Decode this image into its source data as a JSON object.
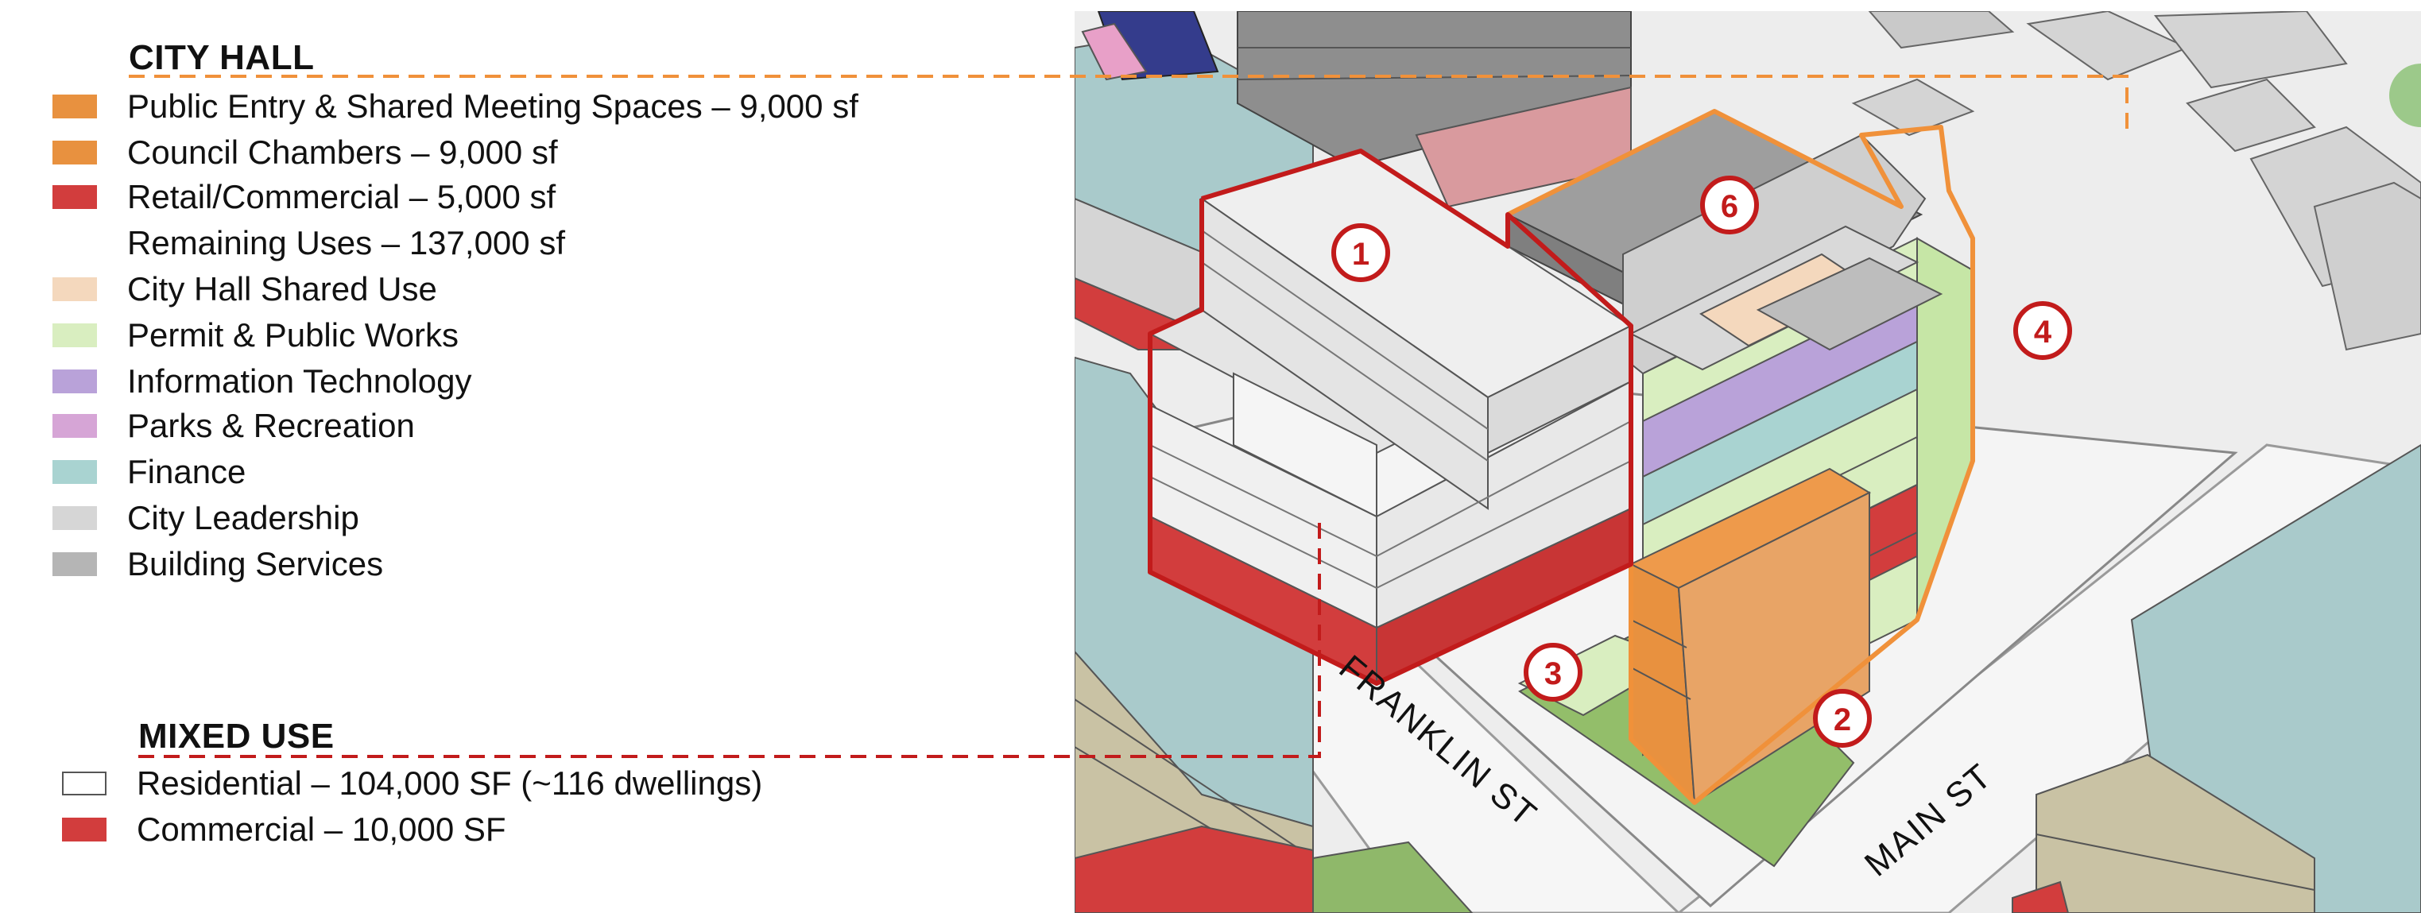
{
  "city_hall": {
    "heading": "CITY HALL",
    "items": [
      {
        "label": "Public Entry & Shared Meeting Spaces – 9,000 sf",
        "color": "#E8913F"
      },
      {
        "label": "Council Chambers – 9,000 sf",
        "color": "#E8913F"
      },
      {
        "label": "Retail/Commercial – 5,000 sf",
        "color": "#D23D3D"
      },
      {
        "label": "Remaining Uses – 137,000 sf",
        "color": ""
      },
      {
        "label": "City Hall Shared Use",
        "color": "#F4D8BD"
      },
      {
        "label": "Permit & Public Works",
        "color": "#D9EEC0"
      },
      {
        "label": "Information Technology",
        "color": "#B9A2D9"
      },
      {
        "label": "Parks & Recreation",
        "color": "#D6A5D6"
      },
      {
        "label": "Finance",
        "color": "#A9D3D1"
      },
      {
        "label": "City Leadership",
        "color": "#D6D6D6"
      },
      {
        "label": "Building Services",
        "color": "#B5B5B5"
      }
    ]
  },
  "mixed_use": {
    "heading": "MIXED USE",
    "items": [
      {
        "label": "Residential – 104,000 SF (~116 dwellings)",
        "color": "#FFFFFF"
      },
      {
        "label": "Commercial – 10,000 SF",
        "color": "#D23D3D"
      }
    ]
  },
  "map": {
    "streets": {
      "franklin": "FRANKLIN ST",
      "main": "MAIN ST"
    },
    "markers": [
      "1",
      "2",
      "3",
      "4",
      "6"
    ]
  },
  "colors": {
    "city_hall_outline": "#F0913A",
    "mixed_use_outline": "#C21B1B",
    "marker_red": "#C21B1B"
  }
}
